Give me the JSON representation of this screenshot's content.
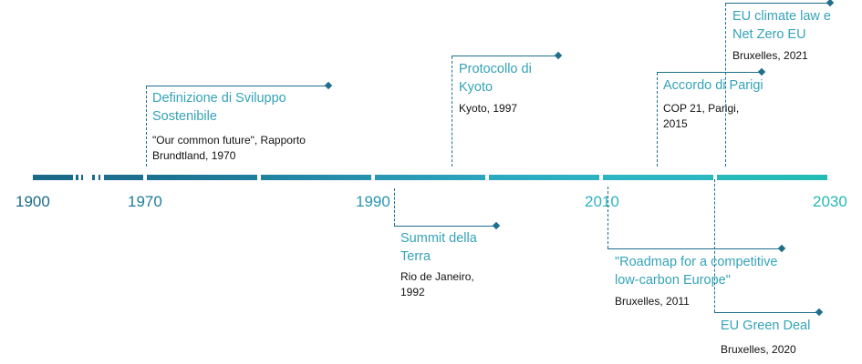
{
  "axis": {
    "years": [
      "1900",
      "1970",
      "1990",
      "2010",
      "2030"
    ]
  },
  "colors": {
    "dark": "#1a6a8a",
    "light": "#23bcb6",
    "title": "#35a3b8"
  },
  "events": [
    {
      "title_1": "Definizione di Sviluppo",
      "title_2": "Sostenibile",
      "sub_1": "\"Our common future\", Rapporto",
      "sub_2": "Brundtland, 1970"
    },
    {
      "title_1": "Summit della",
      "title_2": "Terra",
      "sub_1": "Rio de Janeiro,",
      "sub_2": "1992"
    },
    {
      "title_1": "Protocollo di",
      "title_2": "Kyoto",
      "sub_1": "Kyoto, 1997",
      "sub_2": ""
    },
    {
      "title_1": "\"Roadmap for a competitive",
      "title_2": "low-carbon Europe\"",
      "sub_1": "Bruxelles, 2011",
      "sub_2": ""
    },
    {
      "title_1": "Accordo di Parigi",
      "title_2": "",
      "sub_1": "COP 21, Parigi,",
      "sub_2": "2015"
    },
    {
      "title_1": "EU Green Deal",
      "title_2": "",
      "sub_1": "Bruxelles, 2020",
      "sub_2": ""
    },
    {
      "title_1": "EU climate law e",
      "title_2": "Net Zero EU",
      "sub_1": "Bruxelles, 2021",
      "sub_2": ""
    }
  ]
}
